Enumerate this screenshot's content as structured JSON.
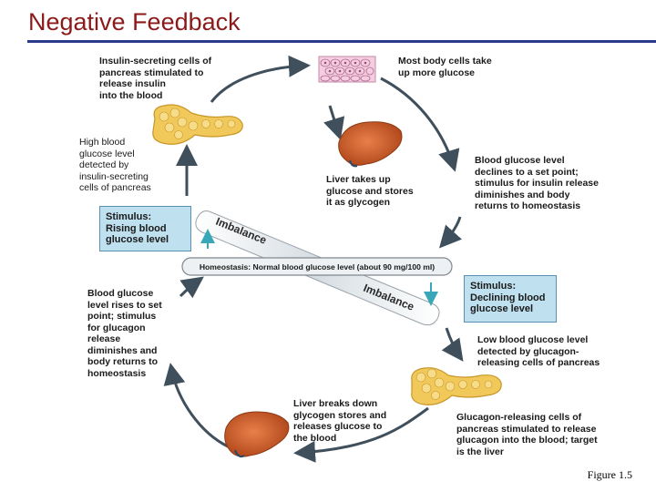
{
  "title": "Negative Feedback",
  "figure_label": "Figure 1.5",
  "homeostasis_bar": {
    "label": "Homeostasis: Normal blood glucose level (about 90 mg/100 ml)",
    "imbalance_upper": "Imbalance",
    "imbalance_lower": "Imbalance"
  },
  "stimulus_rising": "Stimulus:\nRising blood\nglucose level",
  "stimulus_declining": "Stimulus:\nDeclining blood\nglucose level",
  "labels": {
    "insulin_secreting": "Insulin-secreting cells of\npancreas stimulated to\nrelease insulin\ninto the blood",
    "body_cells": "Most body cells take\nup more glucose",
    "high_glucose": "High blood\nglucose level\ndetected by\ninsulin-secreting\ncells of pancreas",
    "liver_takes_up": "Liver takes up\nglucose and stores\nit as glycogen",
    "declines_set_point": "Blood glucose level\ndeclines to a set point;\nstimulus for insulin release\ndiminishes and body\nreturns to homeostasis",
    "rises_set_point": "Blood glucose\nlevel rises to set\npoint; stimulus\nfor glucagon\nrelease\ndiminishes and\nbody returns to\nhomeostasis",
    "low_glucose": "Low blood glucose level\ndetected by glucagon-\nreleasing cells of pancreas",
    "liver_breaks_down": "Liver breaks down\nglycogen stores and\nreleases glucose to\nthe blood",
    "glucagon_releasing": "Glucagon-releasing cells of\npancreas stimulated to release\nglucagon into the blood; target\nis the liver"
  },
  "colors": {
    "title": "#8b1a1a",
    "title_rule": "#2a3a8c",
    "stimulus_fill": "#bfe0ef",
    "arrow": "#3f4f5c",
    "liver": "#c8561e",
    "pancreas": "#f0c95a",
    "teal_arrow": "#3aa7b8"
  }
}
